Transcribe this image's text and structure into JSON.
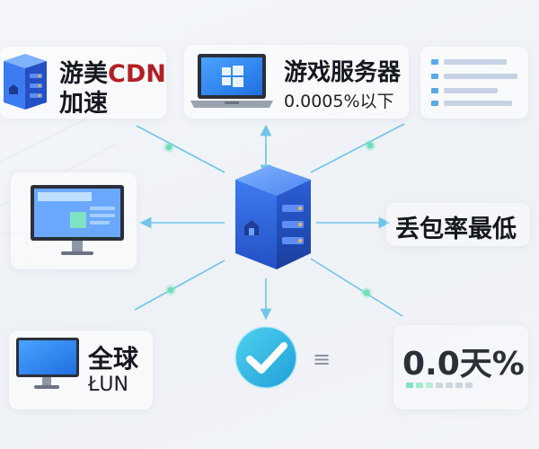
{
  "nodes": {
    "cdn": {
      "title_part1": "游美",
      "title_accent": "CDN",
      "title_line2": "加速"
    },
    "game_server": {
      "title": "游戏服务器",
      "subtitle": "0.0005%以下"
    },
    "packet_loss": {
      "title": "丢包率最低"
    },
    "global": {
      "title": "全球",
      "subtitle": "ŁUN"
    },
    "rate": {
      "value": "0.0天%"
    },
    "menu_glyph": "≡"
  },
  "colors": {
    "accent": "#b21f24",
    "arrow": "#6fc6e8",
    "dot": "#7fe3c1",
    "server_blue": "#2f6fe0",
    "check_teal": "#2bb6e6"
  }
}
